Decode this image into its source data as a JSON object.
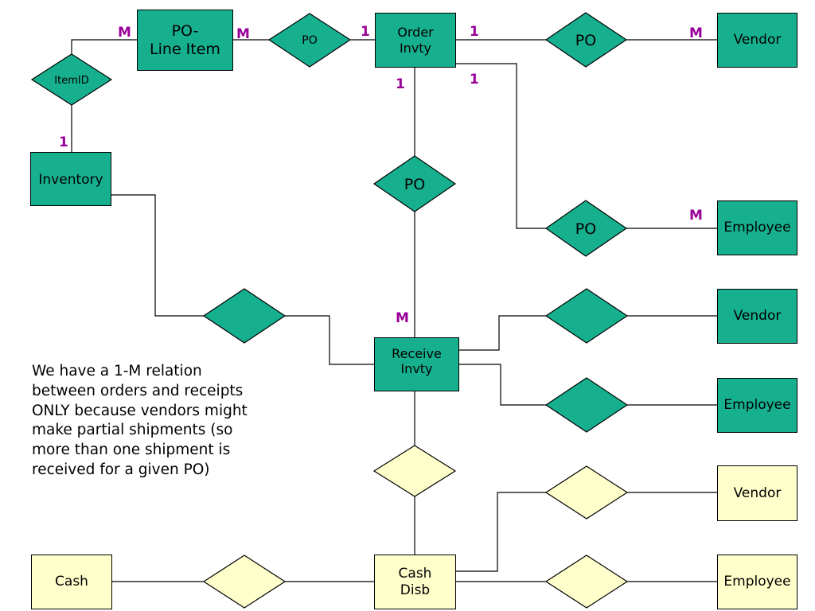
{
  "colors": {
    "entity_green": "#17b08f",
    "entity_cream": "#ffffcc",
    "cardinality": "#990099",
    "line": "#000000"
  },
  "entities": {
    "po_line_item": "PO-\nLine Item",
    "order_invty": "Order\nInvty",
    "vendor_top": "Vendor",
    "inventory": "Inventory",
    "employee_top": "Employee",
    "vendor_mid": "Vendor",
    "receive_invty": "Receive\nInvty",
    "employee_mid": "Employee",
    "vendor_bottom": "Vendor",
    "cash": "Cash",
    "cash_disb": "Cash\nDisb",
    "employee_bottom": "Employee"
  },
  "relationships": {
    "itemid": "ItemID",
    "po_small": "PO",
    "po_vendor": "PO",
    "po_receive": "PO",
    "po_employee": "PO"
  },
  "cardinalities": {
    "line_item_left": "M",
    "line_item_right": "M",
    "order_left": "1",
    "order_right": "1",
    "vendor_top": "M",
    "order_bottom": "1",
    "order_employee": "1",
    "inventory_top": "1",
    "employee_top": "M",
    "receive_top": "M"
  },
  "note": {
    "lines": [
      "We have a 1-M relation",
      "between orders and receipts",
      "ONLY because vendors might",
      "make partial shipments (so",
      "more than one shipment is",
      "received for a given PO)"
    ]
  }
}
